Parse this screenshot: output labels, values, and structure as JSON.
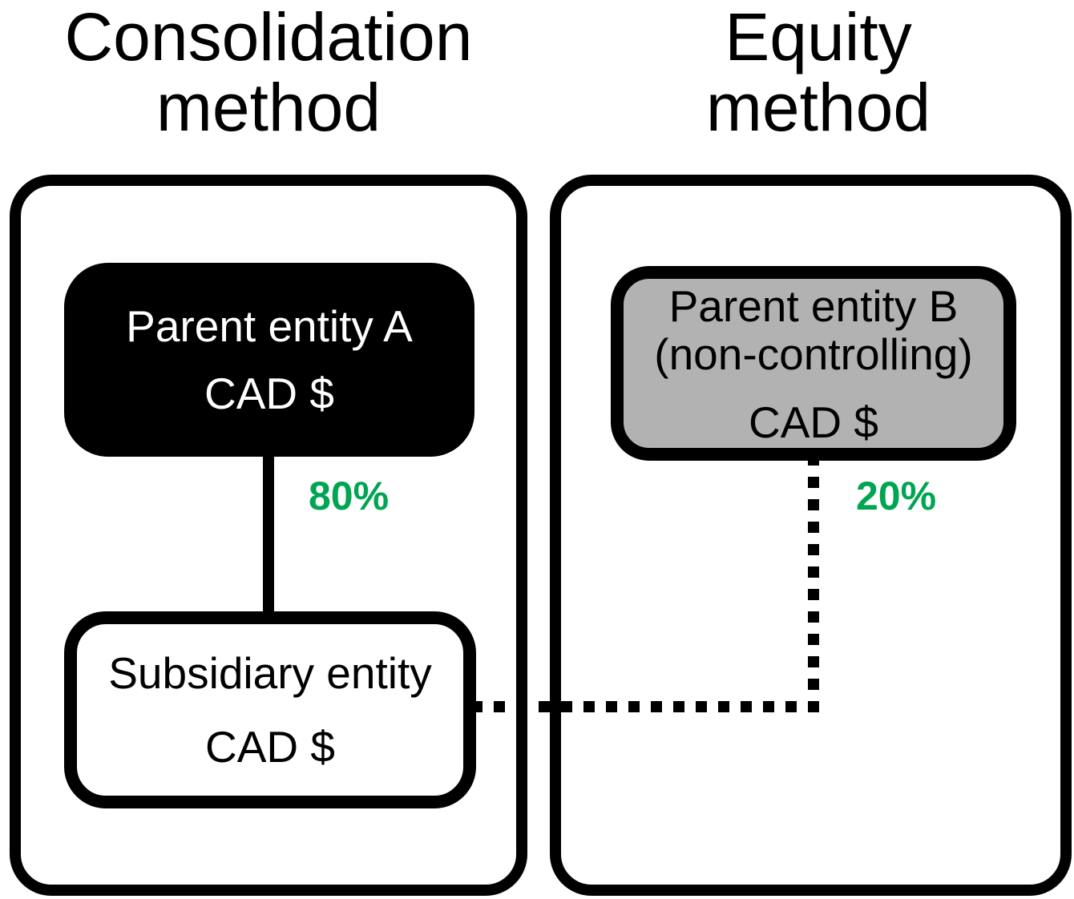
{
  "diagram": {
    "consolidation": {
      "title_lines": [
        "Consolidation",
        "method"
      ],
      "parent": {
        "name": "Parent entity A",
        "currency": "CAD $"
      },
      "ownership_percent": "80%",
      "subsidiary": {
        "name": "Subsidiary entity",
        "currency": "CAD $"
      }
    },
    "equity": {
      "title_lines": [
        "Equity",
        "method"
      ],
      "parent": {
        "name": "Parent entity B",
        "qualifier": "(non-controlling)",
        "currency": "CAD $"
      },
      "ownership_percent": "20%"
    },
    "colors": {
      "ownership_green": "#00a551",
      "parent_a_fill": "#000000",
      "parent_a_text": "#ffffff",
      "parent_b_fill": "#b2b2b2",
      "outline_black": "#000000",
      "background": "#ffffff"
    }
  }
}
